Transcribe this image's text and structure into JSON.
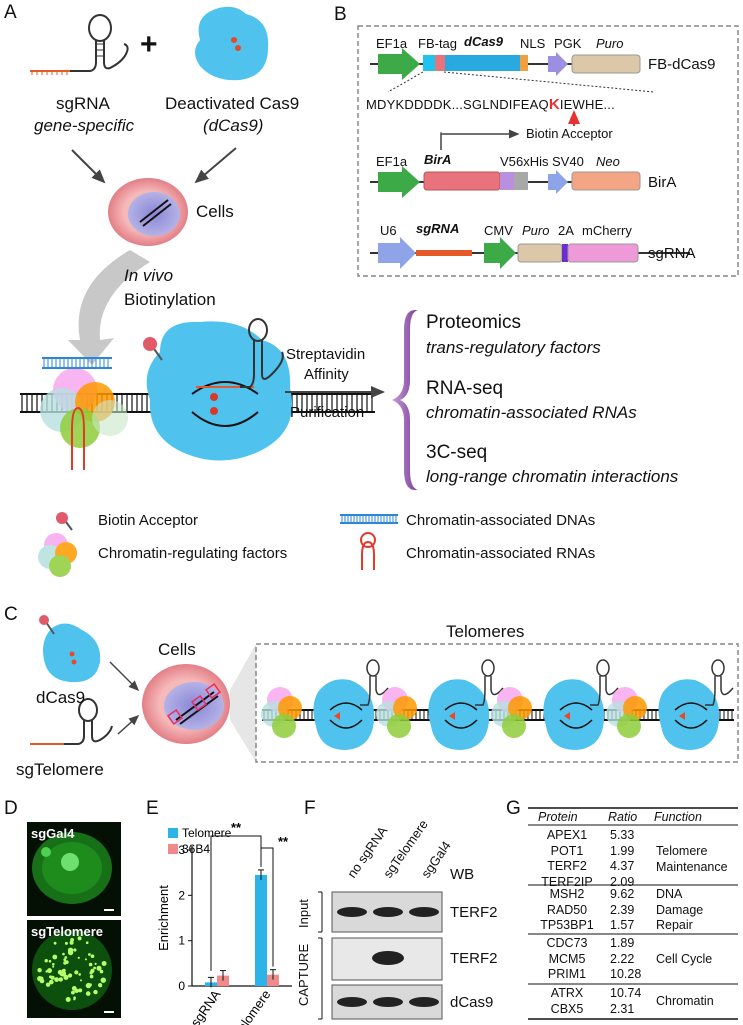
{
  "panels": {
    "a": "A",
    "b": "B",
    "c": "C",
    "d": "D",
    "e": "E",
    "f": "F",
    "g": "G"
  },
  "a": {
    "sgrna_title": "sgRNA",
    "sgrna_sub": "gene-specific",
    "plus": "+",
    "dcas9_title": "Deactivated Cas9",
    "dcas9_sub": "(dCas9)",
    "cells": "Cells",
    "in_vivo": "In vivo",
    "biotinylation": "Biotinylation",
    "strep1": "Streptavidin",
    "strep2": "Affinity",
    "strep3": "Purification",
    "out1_t": "Proteomics",
    "out1_s": "trans-regulatory factors",
    "out2_t": "RNA-seq",
    "out2_s": "chromatin-associated RNAs",
    "out3_t": "3C-seq",
    "out3_s": "long-range chromatin interactions",
    "legend": {
      "biotin": "Biotin Acceptor",
      "crf": "Chromatin-regulating factors",
      "dna": "Chromatin-associated DNAs",
      "rna": "Chromatin-associated RNAs"
    }
  },
  "b": {
    "c1": {
      "name": "FB-dCas9",
      "ef1a": "EF1a",
      "fbtag": "FB-tag",
      "dcas9": "dCas9",
      "nls": "NLS",
      "pgk": "PGK",
      "puro": "Puro"
    },
    "seq_a": "MDYKDDDDK...SGLNDIFEAQ",
    "seq_k": "K",
    "seq_b": "IEWHE...",
    "acceptor": "Biotin Acceptor",
    "c2": {
      "name": "BirA",
      "ef1a": "EF1a",
      "bira": "BirA",
      "v5": "V5",
      "his": "6xHis",
      "sv40": "SV40",
      "neo": "Neo"
    },
    "c3": {
      "name": "sgRNA",
      "u6": "U6",
      "sgrna": "sgRNA",
      "cmv": "CMV",
      "puro": "Puro",
      "p2a": "2A",
      "mcherry": "mCherry"
    },
    "colors": {
      "green": "#3daa48",
      "cyan": "#1fc4ee",
      "blue": "#2aa9e0",
      "red": "#e8737d",
      "orange": "#f0a040",
      "lav": "#9d8fe0",
      "tan": "#dcc7a8",
      "salmon": "#f4a583",
      "pink": "#ea8fd6"
    }
  },
  "c": {
    "dcas9": "dCas9",
    "sgtel": "sgTelomere",
    "cells": "Cells",
    "telomeres": "Telomeres"
  },
  "d": {
    "img1": "sgGal4",
    "img2": "sgTelomere"
  },
  "chart_data": {
    "type": "bar",
    "categories": [
      "no sgRNA",
      "sgTelomere"
    ],
    "series": [
      {
        "name": "Telomere",
        "values": [
          0.08,
          2.45
        ],
        "color": "#2cb4e8"
      },
      {
        "name": "36B4",
        "values": [
          0.23,
          0.25
        ],
        "color": "#f08a8a"
      }
    ],
    "ylabel": "Enrichment",
    "ylim": [
      0,
      3
    ],
    "yticks": [
      "0",
      "1",
      "2",
      "3"
    ],
    "annotations": [
      "**",
      "**"
    ],
    "legend": "top"
  },
  "f": {
    "lanes": [
      "no sgRNA",
      "sgTelomere",
      "sgGal4"
    ],
    "wb": "WB",
    "input": "Input",
    "capture": "CAPTURE",
    "b1": "TERF2",
    "b2": "TERF2",
    "b3": "dCas9"
  },
  "g": {
    "headers": [
      "Protein",
      "Ratio",
      "Function"
    ],
    "groups": [
      {
        "rows": [
          [
            "APEX1",
            "5.33"
          ],
          [
            "POT1",
            "1.99"
          ],
          [
            "TERF2",
            "4.37"
          ],
          [
            "TERF2IP",
            "2.09"
          ]
        ],
        "func": [
          "Telomere",
          "Maintenance"
        ]
      },
      {
        "rows": [
          [
            "MSH2",
            "9.62"
          ],
          [
            "RAD50",
            "2.39"
          ],
          [
            "TP53BP1",
            "1.57"
          ]
        ],
        "func": [
          "DNA",
          "Damage",
          "Repair"
        ]
      },
      {
        "rows": [
          [
            "CDC73",
            "1.89"
          ],
          [
            "MCM5",
            "2.22"
          ],
          [
            "PRIM1",
            "10.28"
          ]
        ],
        "func": [
          "Cell Cycle"
        ]
      },
      {
        "rows": [
          [
            "ATRX",
            "10.74"
          ],
          [
            "CBX5",
            "2.31"
          ]
        ],
        "func": [
          "Chromatin"
        ]
      }
    ]
  }
}
